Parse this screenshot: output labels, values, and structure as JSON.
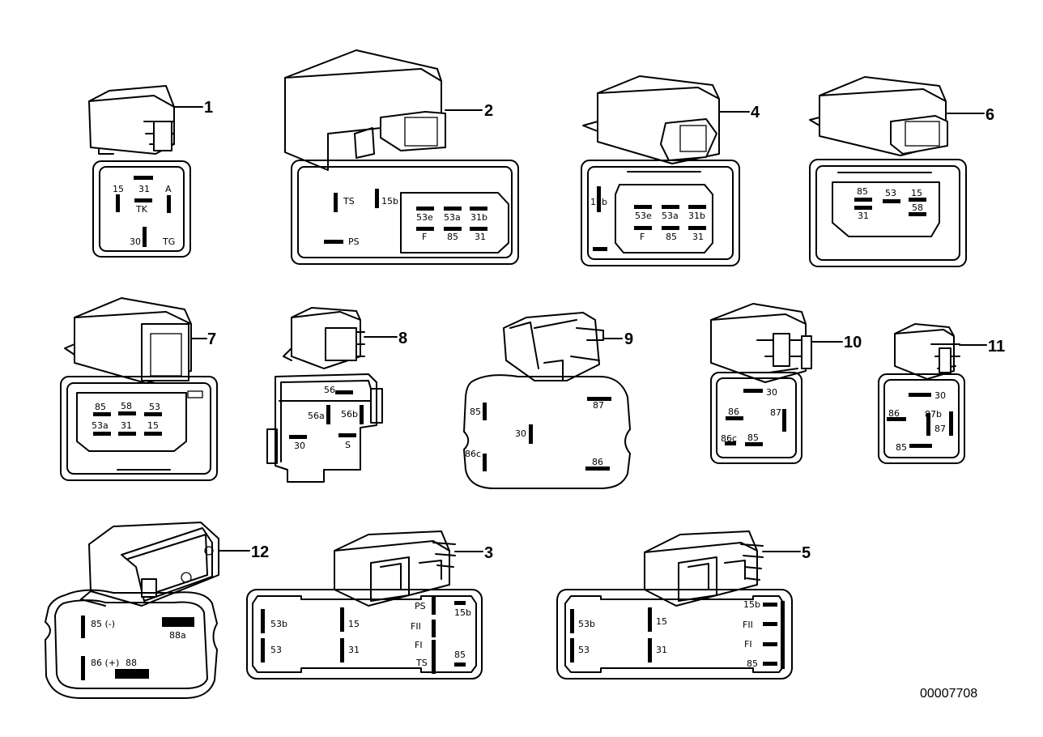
{
  "drawing_number": "00007708",
  "relays": [
    {
      "callout": "1",
      "pins": [
        "31",
        "15",
        "A",
        "TK",
        "30",
        "TG"
      ]
    },
    {
      "callout": "2",
      "pins": [
        "TS",
        "PS",
        "15b",
        "53e",
        "53a",
        "31b",
        "F",
        "85",
        "31"
      ]
    },
    {
      "callout": "4",
      "pins": [
        "15b",
        "53e",
        "53a",
        "31b",
        "F",
        "85",
        "31"
      ]
    },
    {
      "callout": "6",
      "pins": [
        "85",
        "53",
        "15",
        "31",
        "58"
      ]
    },
    {
      "callout": "7",
      "pins": [
        "85",
        "58",
        "53",
        "53a",
        "31",
        "15"
      ]
    },
    {
      "callout": "8",
      "pins": [
        "56",
        "56a",
        "56b",
        "30",
        "S"
      ]
    },
    {
      "callout": "9",
      "pins": [
        "85",
        "87",
        "30",
        "86c",
        "86"
      ]
    },
    {
      "callout": "10",
      "pins": [
        "30",
        "86",
        "87",
        "86c",
        "85"
      ]
    },
    {
      "callout": "11",
      "pins": [
        "30",
        "86",
        "87b",
        "87",
        "85"
      ]
    },
    {
      "callout": "12",
      "pins": [
        "85 (-)",
        "88a",
        "86 (+)",
        "88"
      ]
    },
    {
      "callout": "3",
      "pins": [
        "53b",
        "15",
        "PS",
        "15b",
        "FII",
        "53",
        "31",
        "FI",
        "85",
        "TS"
      ]
    },
    {
      "callout": "5",
      "pins": [
        "53b",
        "15",
        "15b",
        "FII",
        "53",
        "31",
        "FI",
        "85"
      ]
    }
  ]
}
